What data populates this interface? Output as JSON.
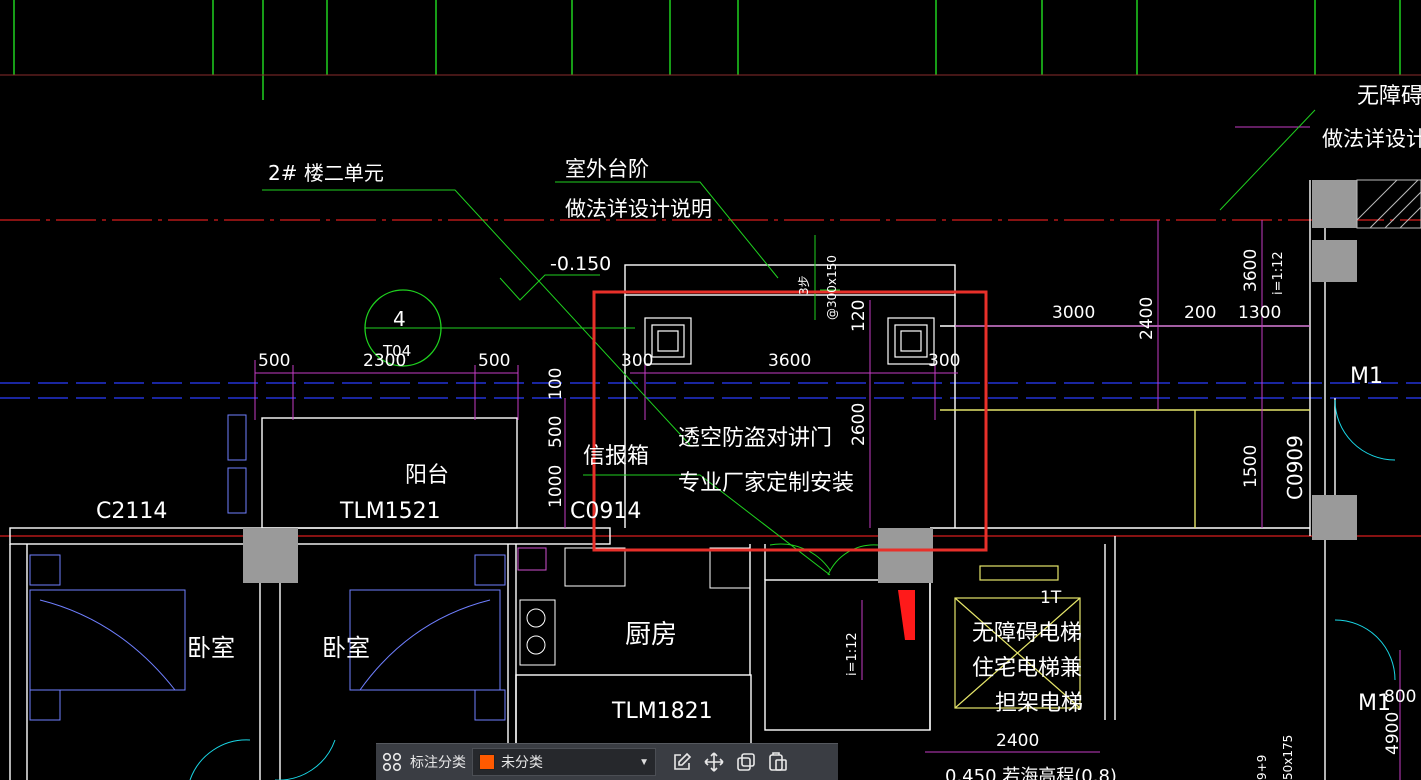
{
  "drawing": {
    "labels": {
      "building_unit": "2# 楼二单元",
      "outdoor_steps": "室外台阶",
      "see_design_notes": "做法详设计说明",
      "elevation_minus": "-0.150",
      "axis_number": "4",
      "axis_ref": "T04",
      "barrier_free_partial": "无障碍",
      "see_design_notes_partial": "做法详设计",
      "balcony": "阳台",
      "mailbox": "信报箱",
      "door_note_1": "透空防盗对讲门",
      "door_note_2": "专业厂家定制安装",
      "window_c2114": "C2114",
      "door_tlm1521": "TLM1521",
      "window_c0914": "C0914",
      "window_c0909": "C0909",
      "door_m1": "M1",
      "door_m1_2": "M1",
      "bedroom_1": "卧室",
      "bedroom_2": "卧室",
      "kitchen": "厨房",
      "door_tlm1821": "TLM1821",
      "elevator_1": "无障碍电梯",
      "elevator_2": "住宅电梯兼",
      "elevator_3": "担架电梯",
      "elevator_tag": "1T",
      "slope_1": "i=1:12",
      "slope_2": "i=1:12",
      "bottom_partial": "0.450 若海高程(0.8)",
      "steps_note": "3步",
      "steps_size": "@300x150",
      "stair_note": "50x175",
      "stair_count": "9+9"
    },
    "dimensions": {
      "d500a": "500",
      "d2300": "2300",
      "d500b": "500",
      "d300a": "300",
      "d3600": "3600",
      "d300b": "300",
      "d3000": "3000",
      "d2400": "2400",
      "d200": "200",
      "d1300": "1300",
      "d3600v": "3600",
      "d100": "100",
      "d500v": "500",
      "d1000": "1000",
      "d2600": "2600",
      "d120": "120",
      "d1500": "1500",
      "d2400b": "2400",
      "d1800": "800",
      "d4900": "4900"
    }
  },
  "toolbar": {
    "grid_icon": "four-squares-icon",
    "label": "标注分类",
    "category_value": "未分类",
    "category_color": "#ff5a00",
    "actions": [
      "edit-icon",
      "move-icon",
      "copy-icon",
      "paste-icon"
    ]
  },
  "colors": {
    "highlight": "#e8302a",
    "axis_red": "#d81e1e",
    "axis_blue": "#2a3cff",
    "wall": "#ffffff",
    "dim": "#c43cc4",
    "leader": "#1fd11f",
    "accent_yellow": "#e6e66a",
    "column": "#9a9a9a"
  }
}
